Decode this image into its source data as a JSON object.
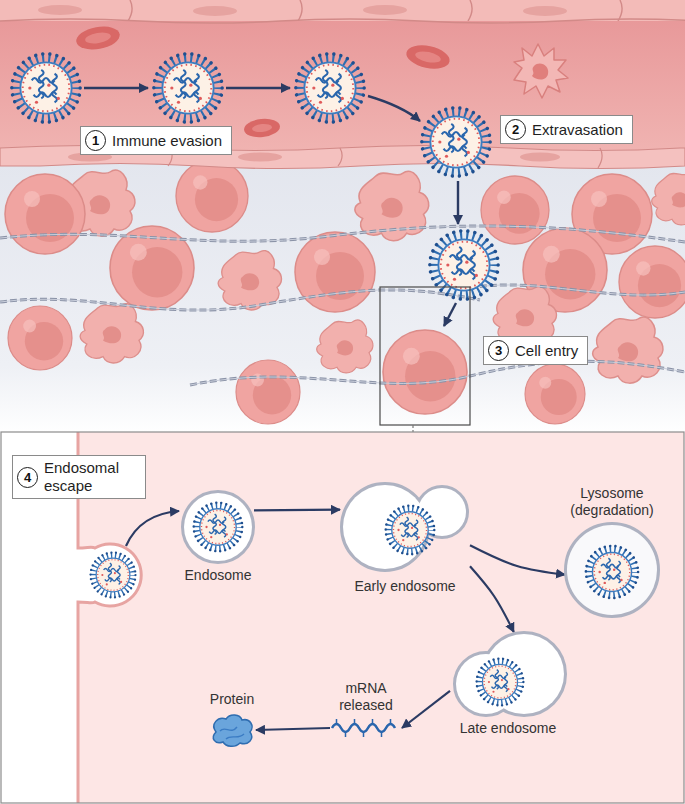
{
  "diagram": {
    "nodes": [
      {
        "text": [
          "1",
          "Immune evasion"
        ]
      },
      {
        "text": [
          "2",
          "Extravasation"
        ]
      },
      {
        "text": [
          "3",
          "Cell entry"
        ]
      },
      {
        "text": [
          "4",
          "Endosomal escape"
        ]
      },
      {
        "text": [
          "Endosome"
        ]
      },
      {
        "text": [
          "Early endosome"
        ]
      },
      {
        "text": [
          "Lysosome (degradation)"
        ]
      },
      {
        "text": [
          "Late endosome"
        ]
      },
      {
        "text": [
          "mRNA released"
        ]
      },
      {
        "text": [
          "Protein"
        ]
      }
    ],
    "edges": [
      {
        "from": 4,
        "to": 5,
        "arrow": "to"
      },
      {
        "from": 5,
        "to": 6,
        "arrow": "to"
      },
      {
        "from": 5,
        "to": 7,
        "arrow": "to"
      },
      {
        "from": 7,
        "to": 8,
        "arrow": "to"
      },
      {
        "from": 8,
        "to": 9,
        "arrow": "to"
      }
    ]
  }
}
